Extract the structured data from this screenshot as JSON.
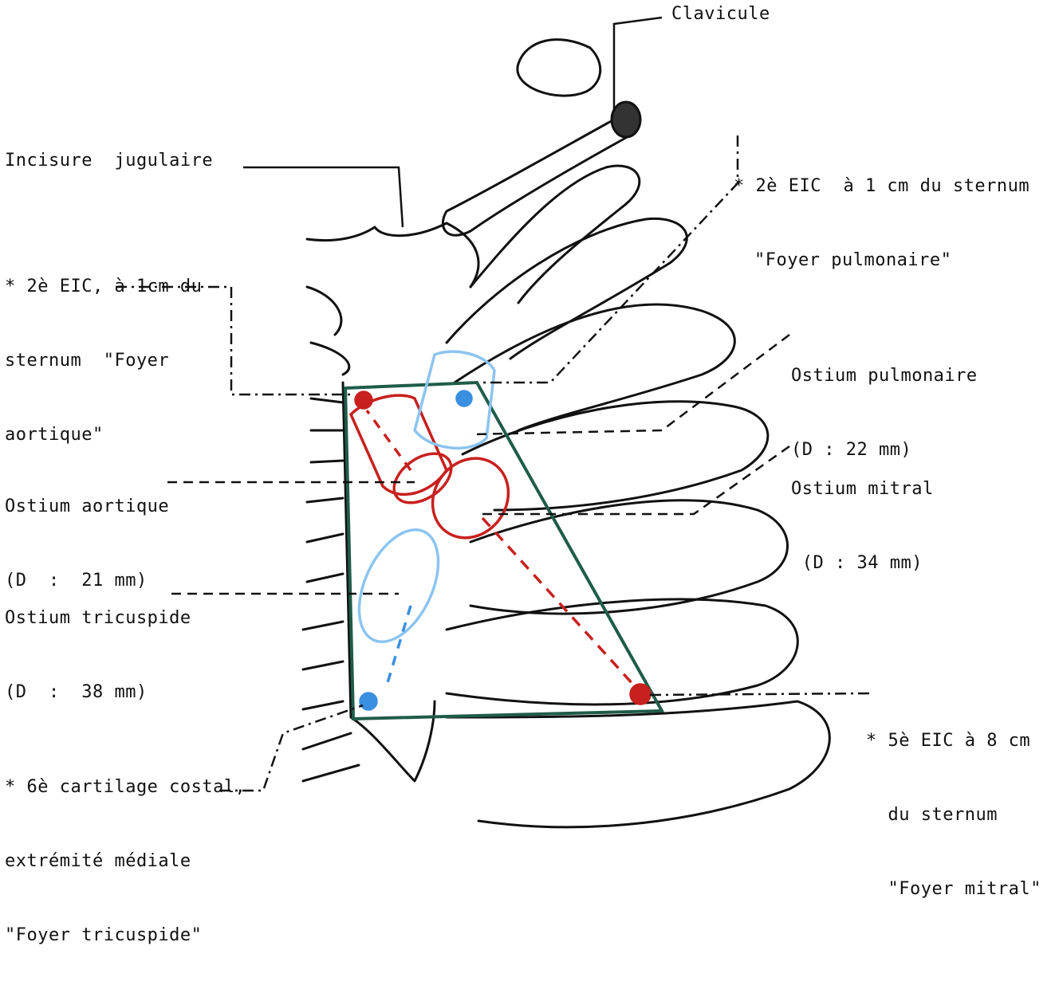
{
  "title": "",
  "colors": {
    "ink": "#111111",
    "frame": "#1f5c4a",
    "left_heart": "#c8201e",
    "right_heart": "#3a8fe0",
    "right_heart_light": "#8cc4f0"
  },
  "labels": {
    "clavicule": "Clavicule",
    "incisure": "Incisure  jugulaire",
    "foyer_aortique": [
      "* 2è EIC, à 1cm du",
      "sternum  \"Foyer",
      "aortique\""
    ],
    "foyer_pulmonaire": [
      "* 2è EIC  à 1 cm du sternum",
      "\"Foyer pulmonaire\""
    ],
    "ostium_pulmonaire": [
      "Ostium pulmonaire",
      "(D : 22 mm)"
    ],
    "ostium_aortique": [
      "Ostium aortique",
      "(D  :  21 mm)"
    ],
    "ostium_mitral": [
      "Ostium mitral",
      " (D : 34 mm)"
    ],
    "ostium_tricuspide": [
      "Ostium tricuspide",
      "(D  :  38 mm)"
    ],
    "foyer_tricuspide": [
      "* 6è cartilage costal,",
      "extrémité médiale",
      "\"Foyer tricuspide\""
    ],
    "foyer_mitral": [
      "* 5è EIC à 8 cm",
      "  du sternum",
      "  \"Foyer mitral\""
    ]
  }
}
